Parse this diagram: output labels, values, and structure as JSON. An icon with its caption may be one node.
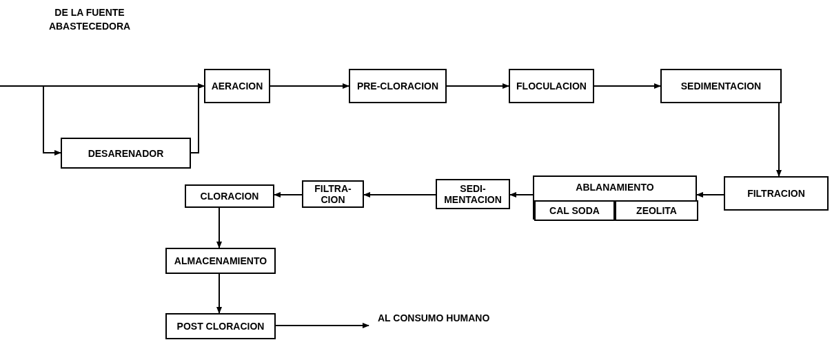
{
  "diagram": {
    "nodes": [
      {
        "text": [
          "AERACION"
        ]
      },
      {
        "text": [
          "PRE-CLORACION"
        ]
      },
      {
        "text": [
          "FLOCULACION"
        ]
      },
      {
        "text": [
          "SEDIMENTACION"
        ]
      },
      {
        "text": [
          "FILTRACION"
        ]
      },
      {
        "text": [
          "ABLANAMIENTO"
        ]
      },
      {
        "text": [
          "CAL SODA"
        ],
        "in": 5
      },
      {
        "text": [
          "ZEOLITA"
        ],
        "in": 5
      },
      {
        "text": [
          "SEDI- MENTACION"
        ]
      },
      {
        "text": [
          "FILTRA- CION"
        ]
      },
      {
        "text": [
          "CLORACION"
        ]
      },
      {
        "text": [
          "ALMACENAMIENTO"
        ]
      },
      {
        "text": [
          "POST CLORACION"
        ]
      },
      {
        "text": [
          "DESARENADOR"
        ]
      }
    ],
    "edges": [
      {
        "from": null,
        "to": 0,
        "arrow": "to"
      },
      {
        "from": null,
        "to": 13,
        "arrow": "to"
      },
      {
        "from": 13,
        "to": 0,
        "arrow": "to"
      },
      {
        "from": 0,
        "to": 1,
        "arrow": "to"
      },
      {
        "from": 1,
        "to": 2,
        "arrow": "to"
      },
      {
        "from": 2,
        "to": 3,
        "arrow": "to"
      },
      {
        "from": 3,
        "to": 4,
        "arrow": "to"
      },
      {
        "from": 4,
        "to": 5,
        "arrow": "to"
      },
      {
        "from": 5,
        "to": 8,
        "arrow": "to"
      },
      {
        "from": 8,
        "to": 9,
        "arrow": "to"
      },
      {
        "from": 9,
        "to": 10,
        "arrow": "to"
      },
      {
        "from": 10,
        "to": 11,
        "arrow": "to"
      },
      {
        "from": 11,
        "to": 12,
        "arrow": "to"
      },
      {
        "from": 12,
        "to": null,
        "arrow": "to",
        "label": "AL CONSUMO HUMANO"
      }
    ],
    "labels": [
      "DE LA FUENTE ABASTECEDORA"
    ]
  }
}
